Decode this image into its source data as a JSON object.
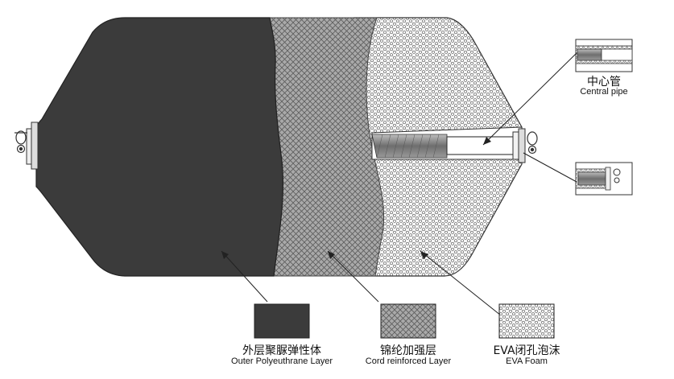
{
  "labels": {
    "central_pipe": {
      "zh": "中心管",
      "en": "Central pipe"
    },
    "outer_layer": {
      "zh": "外层聚脲弹性体",
      "en": "Outer Polyeuthrane Layer"
    },
    "cord_layer": {
      "zh": "锦纶加强层",
      "en": "Cord reinforced Layer"
    },
    "eva_foam": {
      "zh": "EVA闭孔泡沫",
      "en": "EVA Foam"
    }
  },
  "colors": {
    "outer": "#3a3a3a",
    "cord_fill": "#a6a6a6",
    "foam_bg": "#f4f4f4",
    "outline": "#333333"
  }
}
